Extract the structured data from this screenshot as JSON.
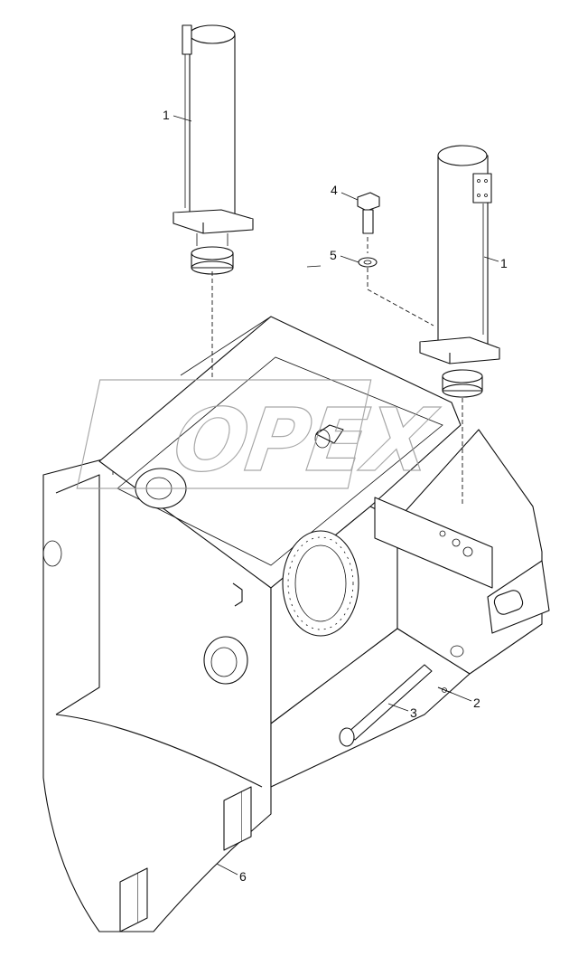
{
  "watermark": {
    "text": "OPEX"
  },
  "callouts": [
    {
      "id": "c1a",
      "label": "1"
    },
    {
      "id": "c1b",
      "label": "1"
    },
    {
      "id": "c2",
      "label": "2"
    },
    {
      "id": "c3",
      "label": "3"
    },
    {
      "id": "c4",
      "label": "4"
    },
    {
      "id": "c5",
      "label": "5"
    },
    {
      "id": "c6",
      "label": "6"
    }
  ]
}
